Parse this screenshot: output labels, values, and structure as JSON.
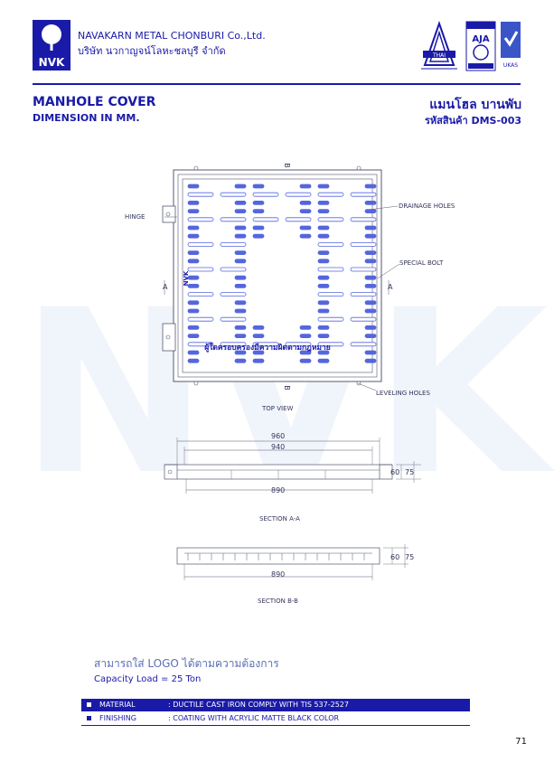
{
  "header": {
    "logo_text": "NVK",
    "company_en": "NAVAKARN METAL CHONBURI Co.,Ltd.",
    "company_th": "บริษัท นวกาญจน์โลหะชลบุรี จำกัด",
    "cert_badges": [
      "thai-metal-badge",
      "aja-badge",
      "ukas-badge"
    ],
    "aja_label": "AJA",
    "ukas_label": "UKAS"
  },
  "title": {
    "en": "MANHOLE COVER",
    "sub": "DIMENSION IN MM.",
    "th": "แมนโฮล บานพับ",
    "code": "รหัสสินค้า DMS-003"
  },
  "drawing": {
    "top_view_label": "TOP VIEW",
    "hinge_label": "HINGE",
    "drainage_label": "DRAINAGE HOLES",
    "bolt_label": "SPECIAL BOLT",
    "leveling_label": "LEVELING HOLES",
    "section_a": "A",
    "section_b": "B",
    "cover_brand": "NVK",
    "cover_text": "ผู้ใดครอบครองมีความผิดตามกฎหมาย",
    "section_aa": {
      "label": "SECTION A-A",
      "dims": [
        "960",
        "940",
        "890"
      ],
      "heights": [
        "60",
        "75"
      ]
    },
    "section_bb": {
      "label": "SECTION B-B",
      "dims": [
        "890"
      ],
      "heights": [
        "60",
        "75"
      ]
    }
  },
  "note_logo": "สามารถใส่ LOGO ได้ตามความต้องการ",
  "capacity": "Capacity Load = 25 Ton",
  "specs": [
    {
      "key": "MATERIAL",
      "value": ": DUCTILE CAST IRON COMPLY WITH TIS 537-2527"
    },
    {
      "key": "FINISHING",
      "value": ": COATING WITH ACRYLIC MATTE BLACK COLOR"
    }
  ],
  "page_number": "71",
  "watermark": "NVK",
  "colors": {
    "brand": "#1a1aa8",
    "slot": "#5566dd",
    "line": "#555870"
  }
}
